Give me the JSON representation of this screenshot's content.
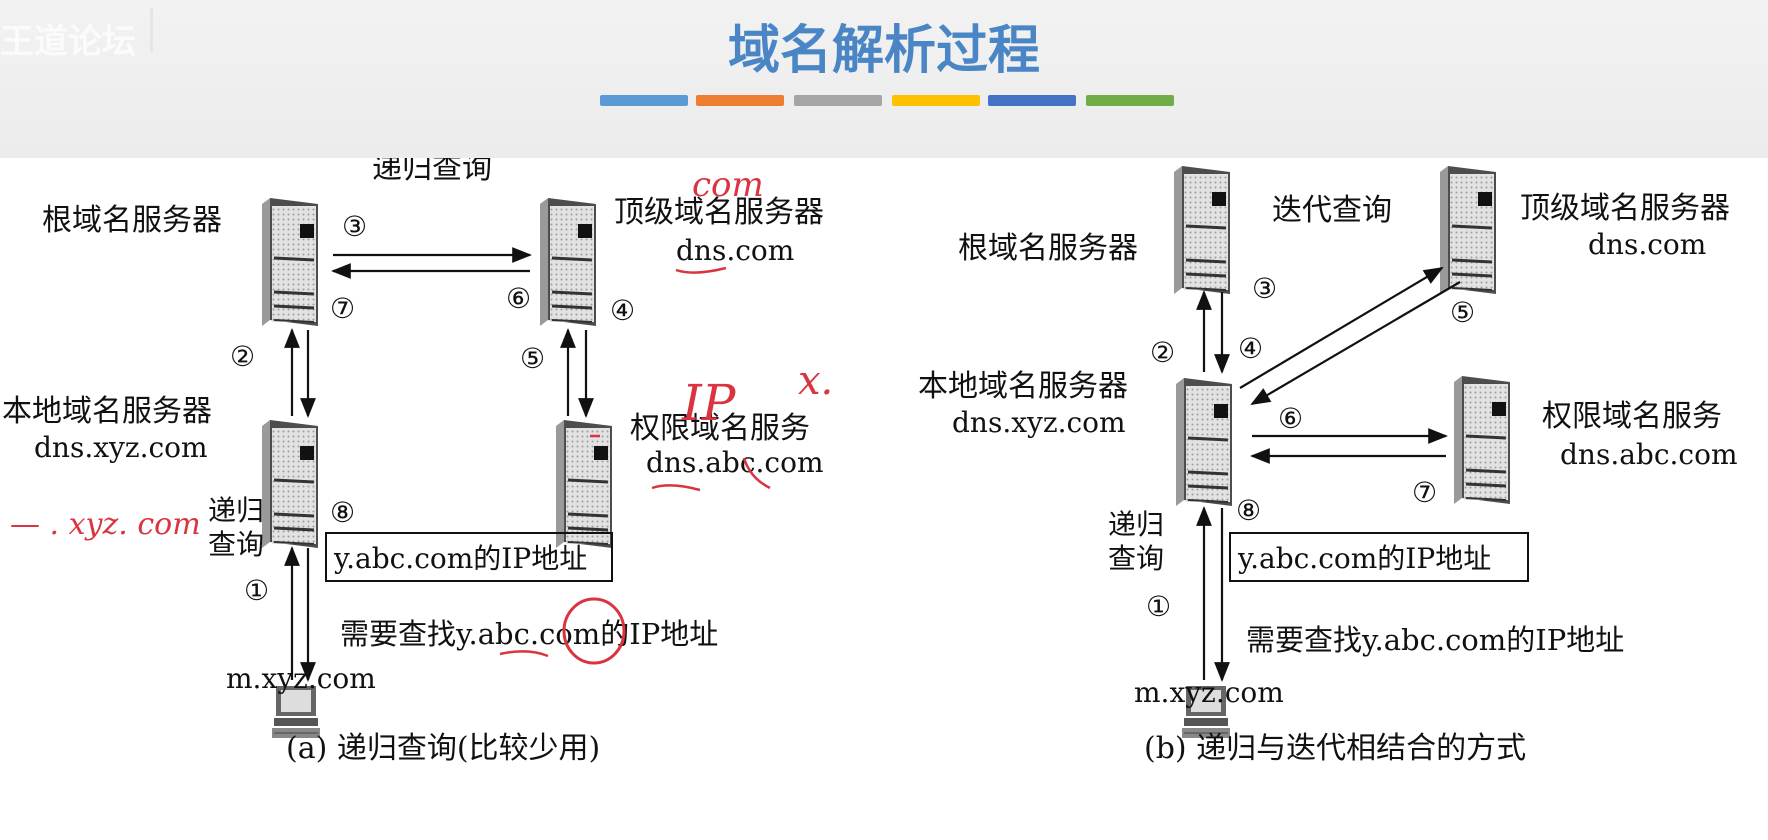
{
  "header": {
    "title": "域名解析过程",
    "watermark": "王道论坛",
    "bar_colors": [
      "#5b9bd5",
      "#ed7d31",
      "#a5a5a5",
      "#ffc000",
      "#4472c4",
      "#70ad47"
    ]
  },
  "diagram_a": {
    "query_label": "递归查询",
    "root_server": "根域名服务器",
    "tld_server": "顶级域名服务器",
    "tld_domain": "dns.com",
    "local_server": "本地域名服务器",
    "local_domain": "dns.xyz.com",
    "auth_server": "权限域名服务",
    "auth_domain": "dns.abc.com",
    "recursive_line1": "递归",
    "recursive_line2": "查询",
    "reply_box": "y.abc.com的IP地址",
    "host_request": "需要查找y.abc.com的IP地址",
    "host_name": "m.xyz.com",
    "caption": "(a) 递归查询(比较少用)",
    "steps": [
      "①",
      "②",
      "③",
      "④",
      "⑤",
      "⑥",
      "⑦",
      "⑧"
    ]
  },
  "diagram_b": {
    "query_label": "迭代查询",
    "root_server": "根域名服务器",
    "tld_server": "顶级域名服务器",
    "tld_domain": "dns.com",
    "local_server": "本地域名服务器",
    "local_domain": "dns.xyz.com",
    "auth_server": "权限域名服务",
    "auth_domain": "dns.abc.com",
    "recursive_line1": "递归",
    "recursive_line2": "查询",
    "reply_box": "y.abc.com的IP地址",
    "host_request": "需要查找y.abc.com的IP地址",
    "host_name": "m.xyz.com",
    "caption": "(b) 递归与迭代相结合的方式",
    "steps": [
      "①",
      "②",
      "③",
      "④",
      "⑤",
      "⑥",
      "⑦",
      "⑧"
    ]
  },
  "annotations": {
    "com": "com",
    "ip": "IP",
    "x": "x.",
    "xyz": "— . xyz. com"
  },
  "colors": {
    "title": "#4a86c5",
    "ink": "#d9343f"
  }
}
